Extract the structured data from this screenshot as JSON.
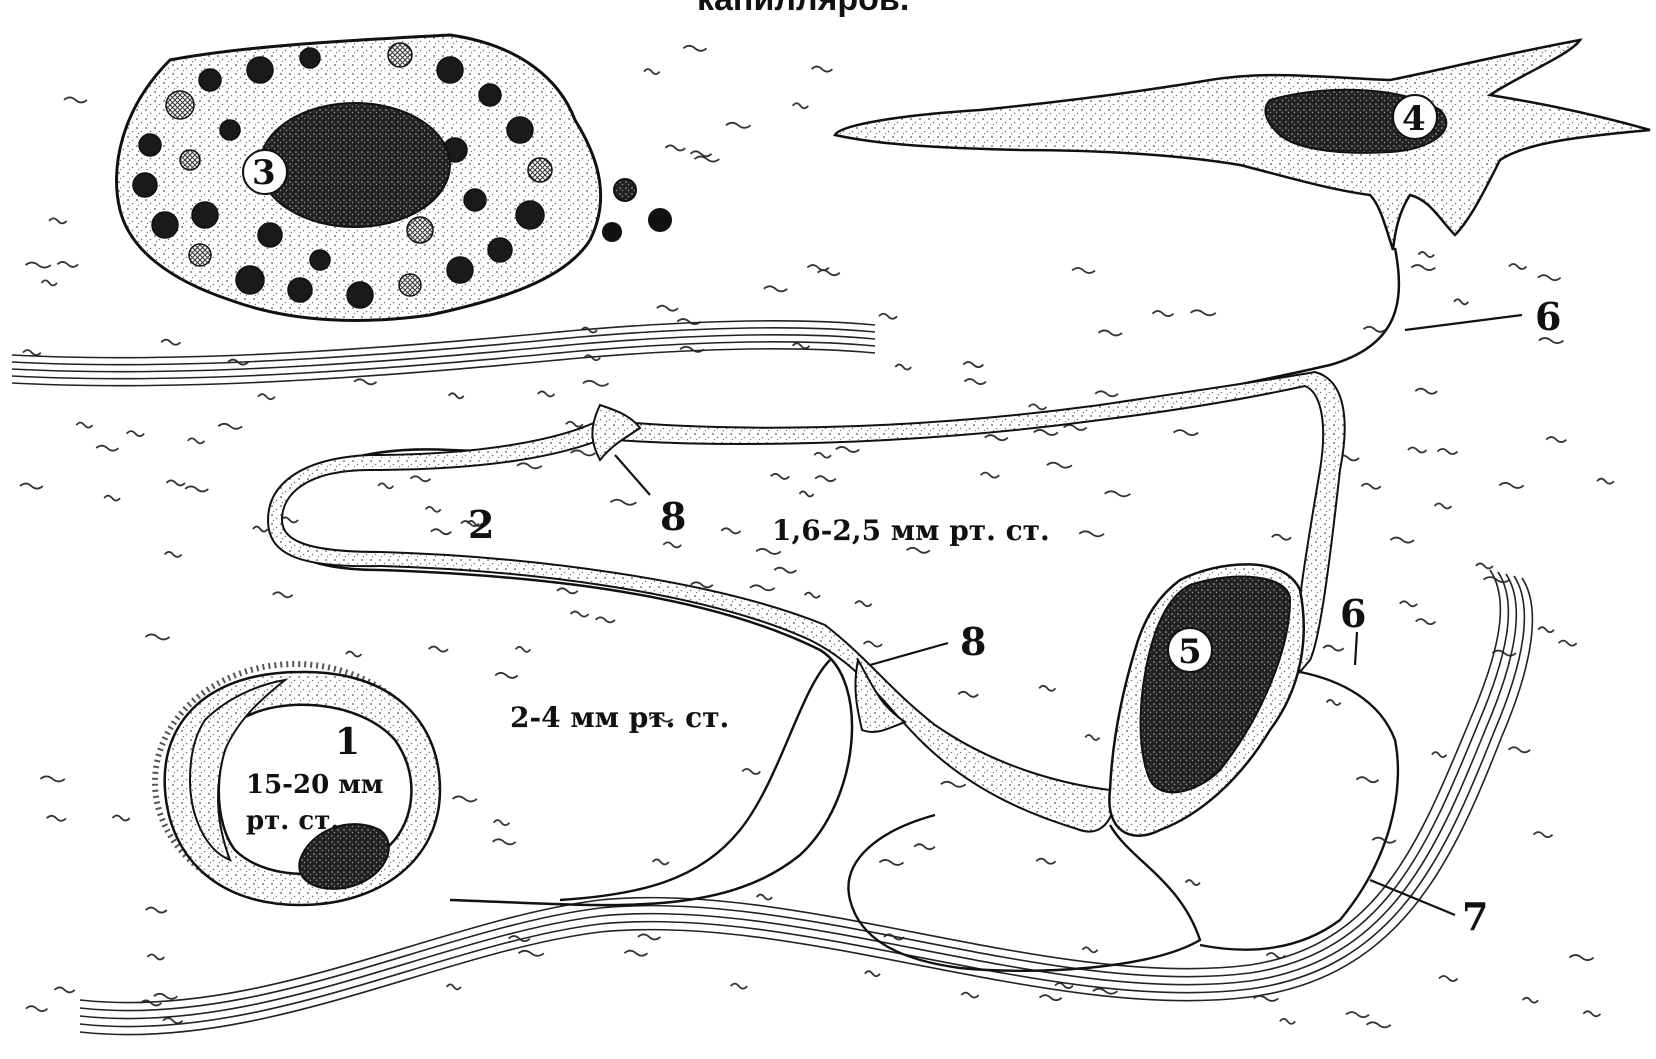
{
  "figure": {
    "title_fragment": "капилляров."
  },
  "labels": {
    "n1": "1",
    "n2": "2",
    "n3": "3",
    "n4": "4",
    "n5": "5",
    "n6a": "6",
    "n6b": "6",
    "n7": "7",
    "n8a": "8",
    "n8b": "8"
  },
  "pressures": {
    "capillary_line1": "15-20 мм",
    "capillary_line2": "рт. ст.",
    "interstitial": "2-4 мм рт. ст.",
    "lymphatic": "1,6-2,5 мм рт. ст."
  },
  "colors": {
    "ink": "#111111",
    "paper": "#ffffff",
    "stipple": "#6b6b6b"
  }
}
